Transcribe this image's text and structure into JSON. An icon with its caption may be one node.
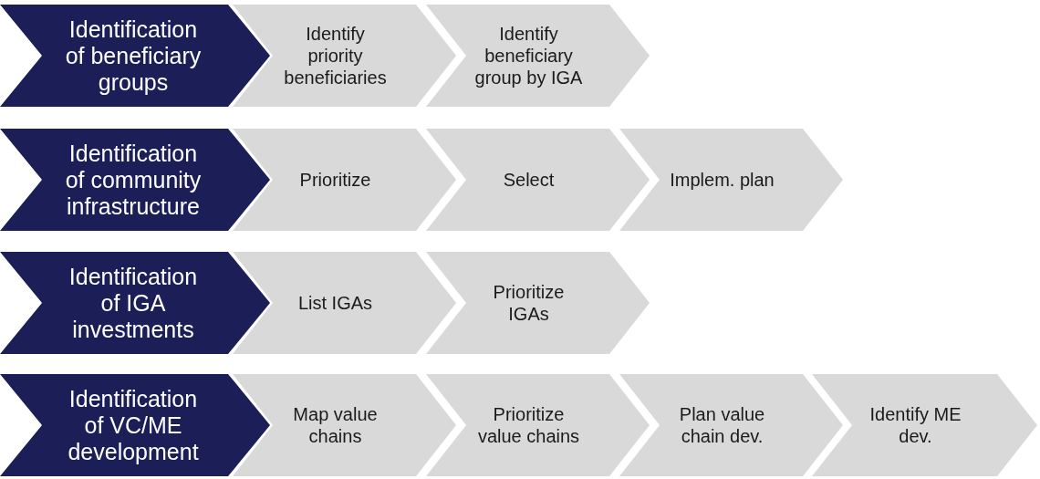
{
  "diagram": {
    "nodes": [
      {
        "text": [
          "Identification of beneficiary groups"
        ]
      },
      {
        "text": [
          "Identify priority beneficiaries"
        ]
      },
      {
        "text": [
          "Identify beneficiary group by IGA"
        ]
      },
      {
        "text": [
          "Identification of community infrastructure"
        ]
      },
      {
        "text": [
          "Prioritize"
        ]
      },
      {
        "text": [
          "Select"
        ]
      },
      {
        "text": [
          "Implem. plan"
        ]
      },
      {
        "text": [
          "Identification of IGA investments"
        ]
      },
      {
        "text": [
          "List IGAs"
        ]
      },
      {
        "text": [
          "Prioritize IGAs"
        ]
      },
      {
        "text": [
          "Identification of VC/ME development"
        ]
      },
      {
        "text": [
          "Map value chains"
        ]
      },
      {
        "text": [
          "Prioritize value chains"
        ]
      },
      {
        "text": [
          "Plan value chain dev."
        ]
      },
      {
        "text": [
          "Identify ME dev."
        ]
      }
    ]
  }
}
